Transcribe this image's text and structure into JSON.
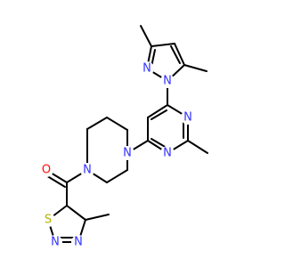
{
  "molecule": {
    "colors": {
      "bond": "#000000",
      "N": "#3333ff",
      "O": "#ff0d0d",
      "S": "#b2b200"
    },
    "atoms": {
      "n_pz1": "N",
      "n_pz2": "N",
      "n_pm1": "N",
      "n_pm2": "N",
      "n_pip1": "N",
      "n_pip2": "N",
      "o_carbonyl": "O",
      "s_td": "S",
      "n_td1": "N",
      "n_td2": "N"
    }
  }
}
